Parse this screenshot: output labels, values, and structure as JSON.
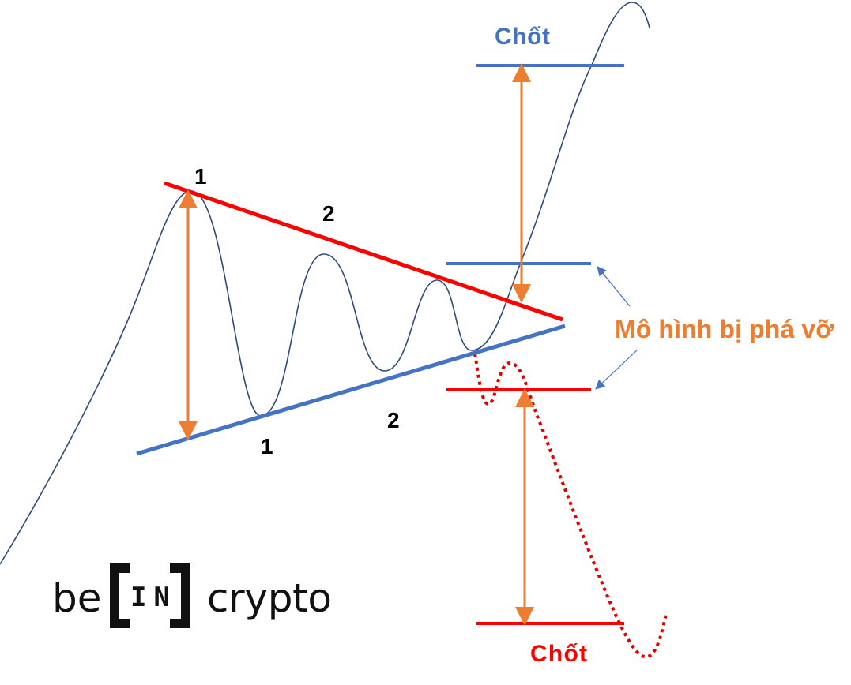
{
  "labels": {
    "target_top": "Chốt",
    "target_bottom": "Chốt",
    "breakout": "Mô hình bị phá vỡ",
    "upper_touch_1": "1",
    "upper_touch_2": "2",
    "lower_touch_1": "1",
    "lower_touch_2": "2"
  },
  "logo": {
    "prefix": "be",
    "mark": "IN",
    "suffix": "crypto"
  },
  "colors": {
    "price": "#2E4A7A",
    "resistance": "#FF0000",
    "support": "#4472C4",
    "measure": "#ED7D31",
    "breakout_label": "#ED7D31",
    "target_top": "#4472C4",
    "target_bottom": "#FF0000"
  }
}
